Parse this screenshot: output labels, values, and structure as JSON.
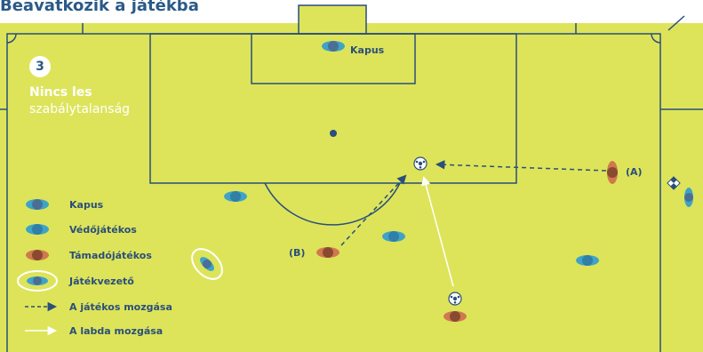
{
  "title": "Beavatkozik a játékba",
  "scenario": {
    "number": "3",
    "title": "Nincs les",
    "subtitle": "szabálytalanság"
  },
  "pitch_labels": {
    "goalkeeper": "Kapus",
    "attacker_a": "(A)",
    "attacker_b": "(B)"
  },
  "legend": [
    {
      "key": "goalkeeper",
      "label": "Kapus"
    },
    {
      "key": "defender",
      "label": "Védőjátékos"
    },
    {
      "key": "attacker",
      "label": "Támadójátékos"
    },
    {
      "key": "ball_carrier",
      "label": "Játékvezető"
    },
    {
      "key": "player_movement",
      "label": "A játékos mozgása"
    },
    {
      "key": "ball_movement",
      "label": "A labda mozgása"
    }
  ],
  "colors": {
    "pitch": "#dde45a",
    "lines": "#2a4f7a",
    "white": "#ffffff",
    "goalkeeper": "#4a6f96",
    "defender": "#3fa3c6",
    "attacker": "#d0794e",
    "title": "#2a5a88"
  },
  "icons": [
    "soccer-ball-icon",
    "corner-flag-icon",
    "player-top-view-icon"
  ]
}
